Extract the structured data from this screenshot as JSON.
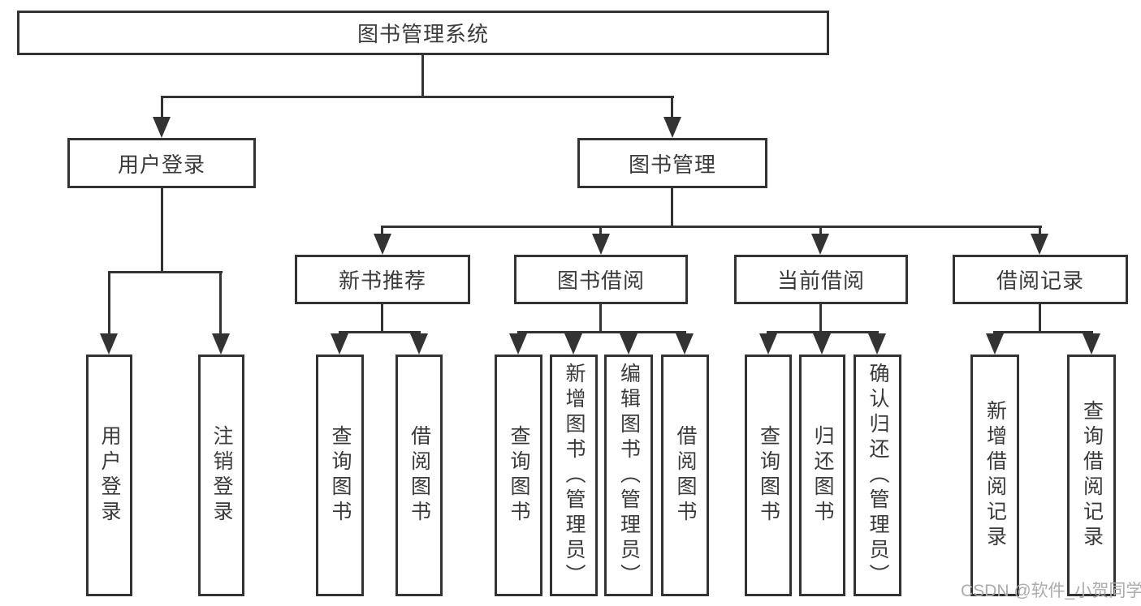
{
  "diagram": {
    "type": "hierarchy-diagram",
    "colors": {
      "background": "#ffffff",
      "line": "#333333",
      "box_border": "#333333",
      "text": "#3a3a3a",
      "watermark": "#ababab"
    }
  },
  "tree": {
    "root": {
      "label": "图书管理系统"
    },
    "children": [
      {
        "label": "用户登录",
        "children": [
          {
            "label": "用户登录"
          },
          {
            "label": "注销登录"
          }
        ]
      },
      {
        "label": "图书管理",
        "children": [
          {
            "label": "新书推荐",
            "children": [
              {
                "label": "查询图书"
              },
              {
                "label": "借阅图书"
              }
            ]
          },
          {
            "label": "图书借阅",
            "children": [
              {
                "label": "查询图书"
              },
              {
                "label": "新增图书（管理员）"
              },
              {
                "label": "编辑图书（管理员）"
              },
              {
                "label": "借阅图书"
              }
            ]
          },
          {
            "label": "当前借阅",
            "children": [
              {
                "label": "查询图书"
              },
              {
                "label": "归还图书"
              },
              {
                "label": "确认归还（管理员）"
              }
            ]
          },
          {
            "label": "借阅记录",
            "children": [
              {
                "label": "新增借阅记录"
              },
              {
                "label": "查询借阅记录"
              }
            ]
          }
        ]
      }
    ]
  },
  "watermark": {
    "text": "CSDN @软件_小贺同学"
  }
}
